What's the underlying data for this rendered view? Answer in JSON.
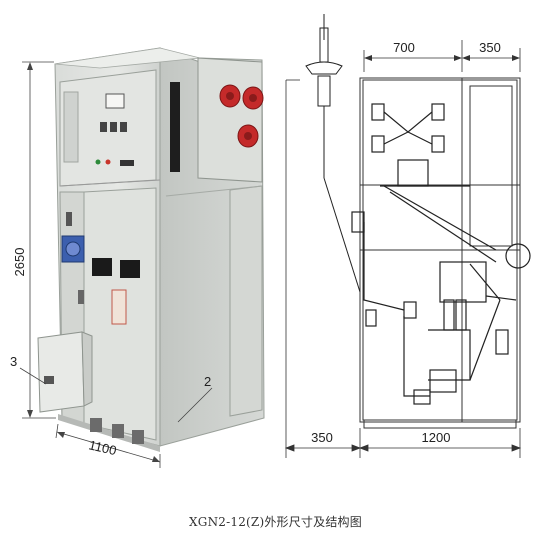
{
  "photo": {
    "labels": {
      "height_dim": "2650",
      "depth_dim": "1100",
      "callout_2": "2",
      "callout_3": "3"
    }
  },
  "drawing": {
    "labels": {
      "top_dim_front": "700",
      "top_dim_rear": "350",
      "bottom_dim_left": "350",
      "bottom_dim_body": "1200"
    }
  },
  "caption": "XGN2-12(Z)外形尺寸及结构图"
}
